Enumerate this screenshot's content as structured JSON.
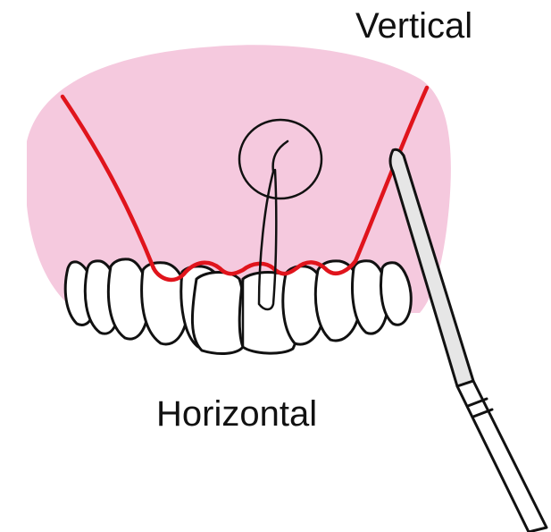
{
  "labels": {
    "vertical": "Vertical",
    "horizontal": "Horizontal"
  },
  "colors": {
    "gum": "#f5c9de",
    "incision": "#e0141c",
    "outline": "#111111",
    "tooth_fill": "#ffffff",
    "blade_shade": "#e6e6e6"
  },
  "icons": {
    "gum_region": "gum-tissue",
    "teeth": "upper-anterior-teeth",
    "incisions": "red-incision-lines",
    "suture": "circled-suture-loop",
    "instrument": "scalpel"
  }
}
